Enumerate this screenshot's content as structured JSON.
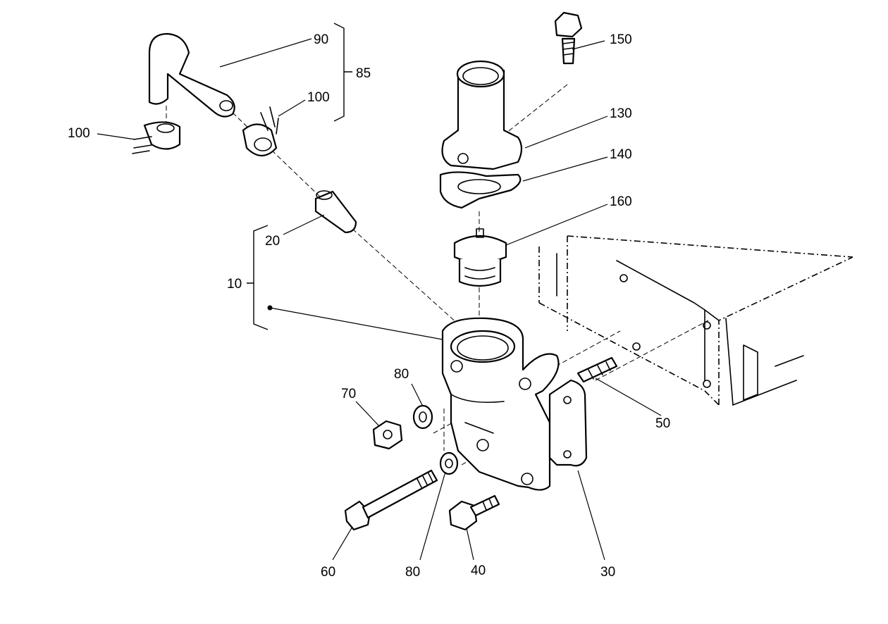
{
  "callouts": {
    "c90": "90",
    "c85": "85",
    "c100a": "100",
    "c100b": "100",
    "c150": "150",
    "c130": "130",
    "c140": "140",
    "c160": "160",
    "c20": "20",
    "c10": "10",
    "c80a": "80",
    "c70": "70",
    "c50": "50",
    "c60": "60",
    "c80b": "80",
    "c40": "40",
    "c30": "30"
  }
}
